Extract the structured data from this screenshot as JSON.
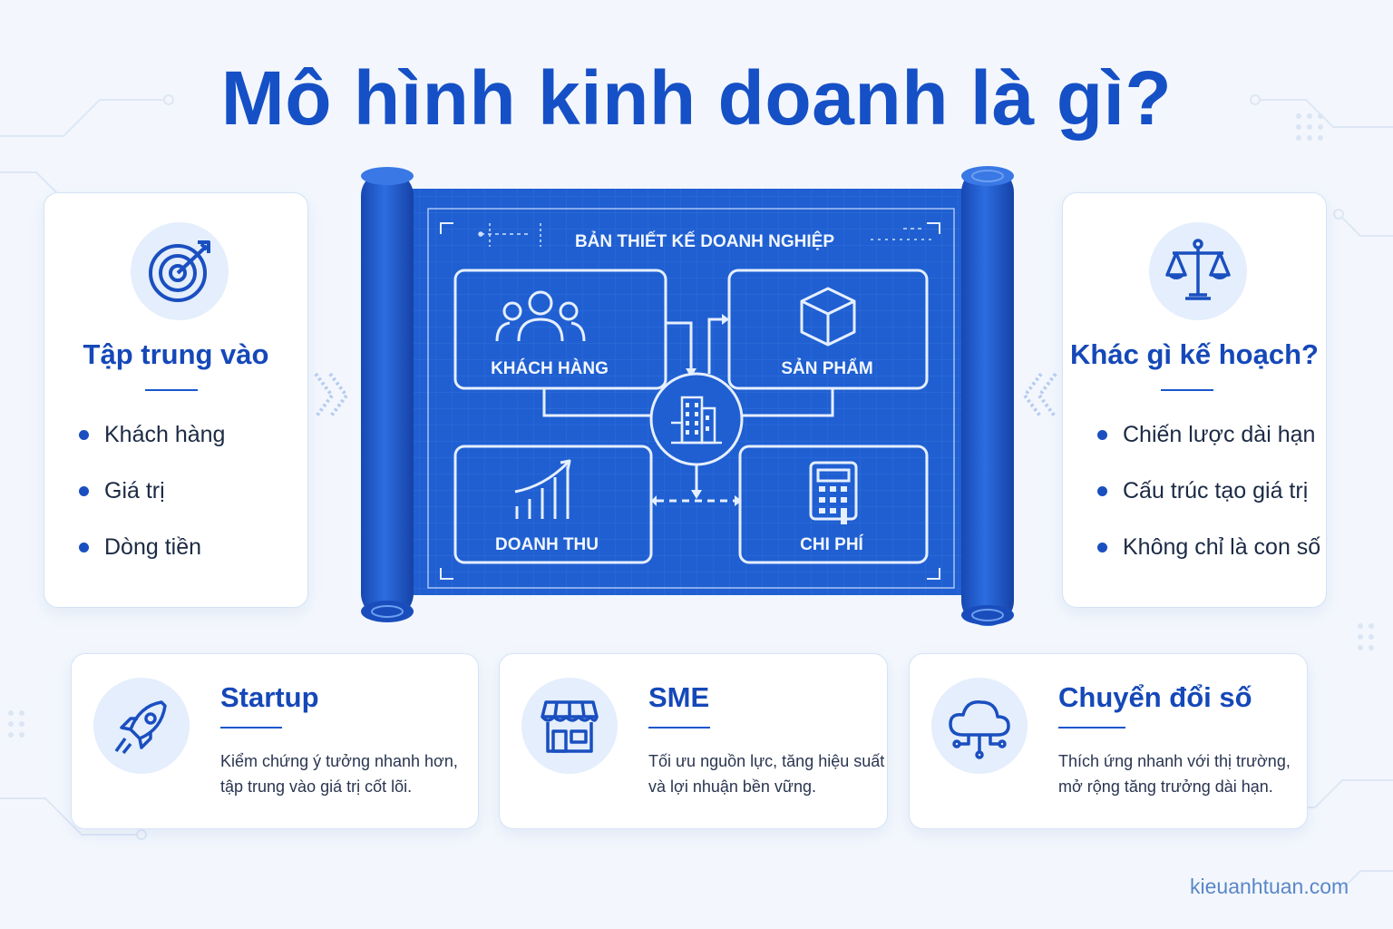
{
  "title": "Mô hình kinh doanh là gì?",
  "left_card": {
    "icon": "target-icon",
    "heading": "Tập trung vào",
    "items": [
      "Khách hàng",
      "Giá trị",
      "Dòng tiền"
    ]
  },
  "right_card": {
    "icon": "scales-icon",
    "heading": "Khác gì kế hoạch?",
    "items": [
      "Chiến lược dài hạn",
      "Cấu trúc tạo giá trị",
      "Không chỉ là con số"
    ]
  },
  "blueprint": {
    "title": "BẢN THIẾT KẾ DOANH NGHIỆP",
    "boxes": {
      "customers": "KHÁCH HÀNG",
      "products": "SẢN PHẨM",
      "revenue": "DOANH THU",
      "costs": "CHI PHÍ"
    },
    "center_icon": "building-icon"
  },
  "bottom_cards": [
    {
      "icon": "rocket-icon",
      "title": "Startup",
      "lines": [
        "Kiểm chứng ý tưởng nhanh hơn,",
        "tập trung vào giá trị cốt lõi."
      ]
    },
    {
      "icon": "store-icon",
      "title": "SME",
      "lines": [
        "Tối ưu nguồn lực, tăng hiệu suất",
        "và lợi nhuận bền vững."
      ]
    },
    {
      "icon": "cloud-icon",
      "title": "Chuyển đổi số",
      "lines": [
        "Thích ứng nhanh với thị trường,",
        "mở rộng tăng trưởng dài hạn."
      ]
    }
  ],
  "watermark": "kieuanhtuan.com",
  "colors": {
    "primary": "#1650c6",
    "blueprint": "#1f5fd1",
    "card_bg": "#ffffff",
    "page_bg": "#f3f7fd"
  }
}
